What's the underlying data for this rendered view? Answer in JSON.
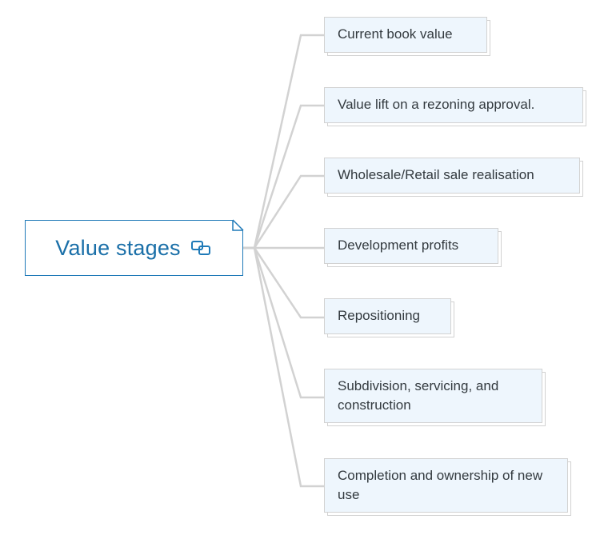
{
  "diagram": {
    "root": {
      "title": "Value stages",
      "icon": "linked-topics-icon"
    },
    "stages": [
      {
        "label": "Current book value"
      },
      {
        "label": "Value lift on a rezoning approval."
      },
      {
        "label": "Wholesale/Retail sale realisation"
      },
      {
        "label": "Development profits"
      },
      {
        "label": "Repositioning"
      },
      {
        "label": "Subdivision, servicing, and construction"
      },
      {
        "label": "Completion and ownership of new use"
      }
    ],
    "colors": {
      "root_border": "#1f7ab8",
      "root_text": "#1a6fa8",
      "node_fill": "#eef6fd",
      "node_border": "#d2d2d2",
      "connector": "#d2d2d2"
    }
  }
}
